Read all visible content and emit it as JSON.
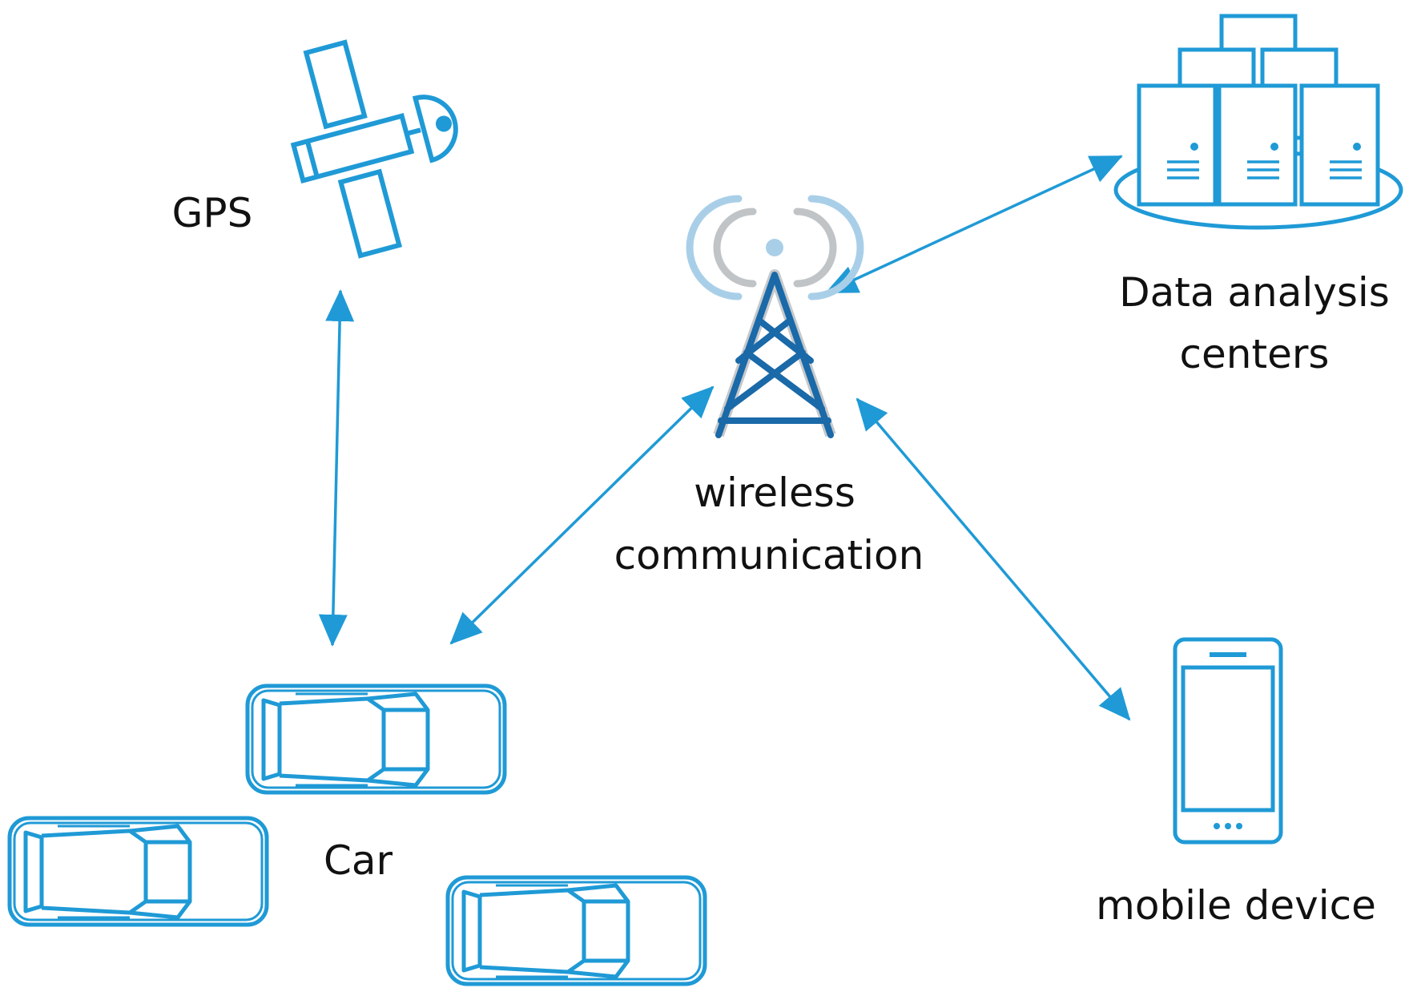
{
  "labels": {
    "gps": "GPS",
    "tower_line1": "wireless",
    "tower_line2": "communication",
    "datacenter_line1": "Data analysis",
    "datacenter_line2": "centers",
    "car": "Car",
    "mobile": "mobile device"
  },
  "colors": {
    "accent": "#1f9ad6",
    "tower_dark": "#1a69a8",
    "tower_outline": "#c5c9cc",
    "signal_gray": "#c0c4c7",
    "signal_blue": "#a9cfe8",
    "text": "#111111"
  },
  "icons": {
    "gps": "satellite-icon",
    "tower": "cell-tower-icon",
    "datacenter": "server-cluster-icon",
    "car": "car-icon",
    "mobile": "smartphone-icon"
  }
}
